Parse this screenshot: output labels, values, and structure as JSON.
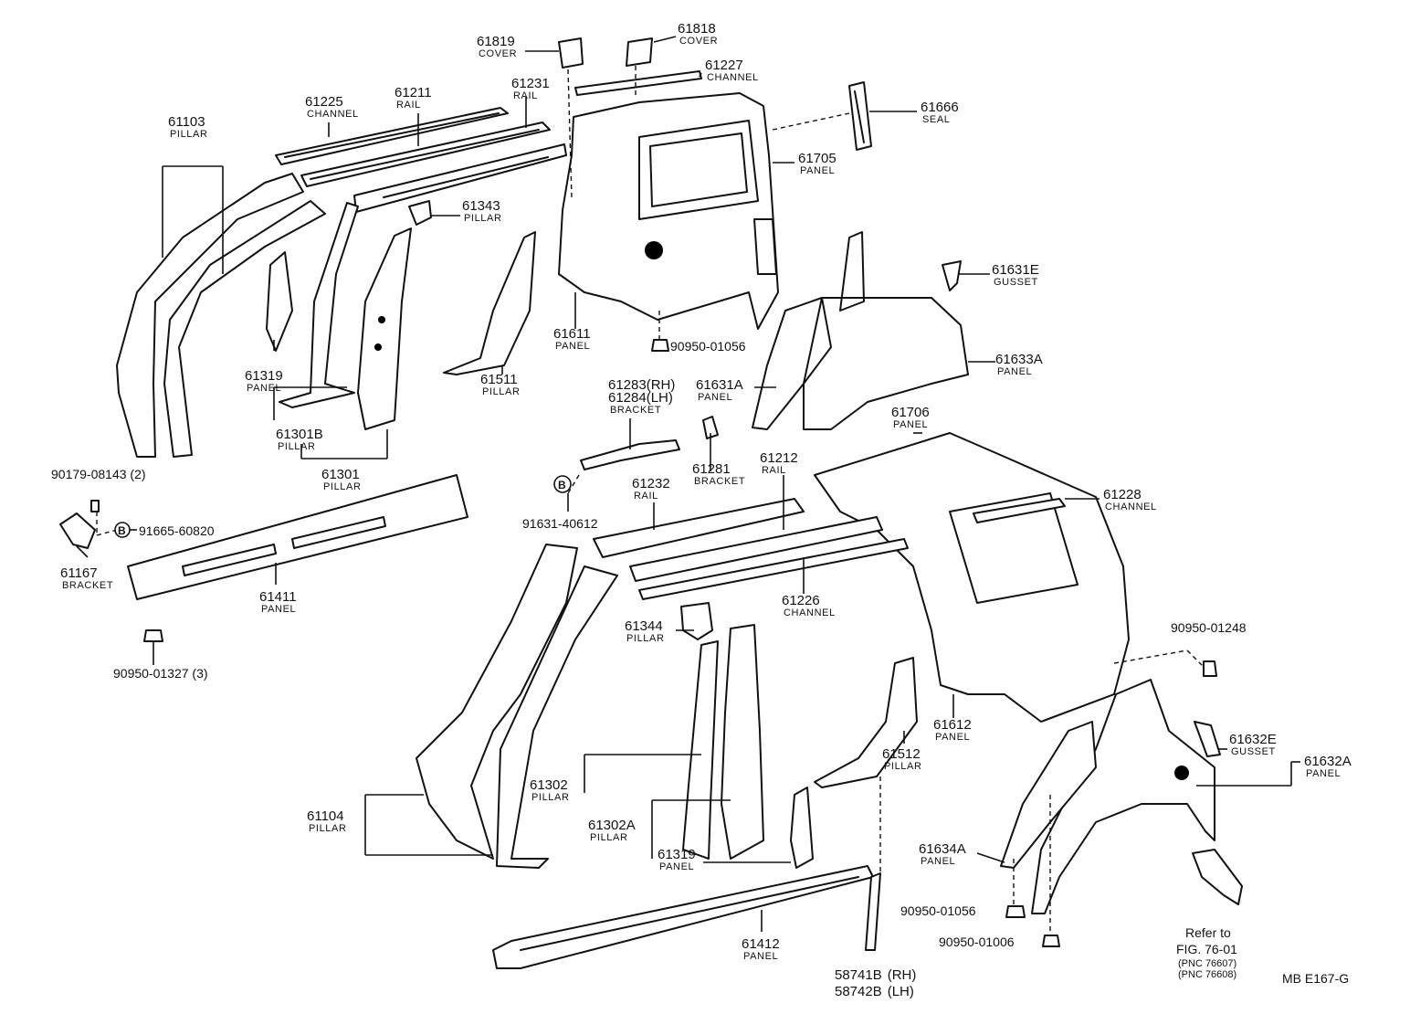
{
  "diagram_code": "MB  E167-G",
  "reference_note": [
    "Refer to",
    "FIG. 76-01",
    "(PNC 76607)",
    "(PNC 76608)"
  ],
  "callouts": [
    {
      "id": "c61819",
      "num": "61819",
      "name": "COVER"
    },
    {
      "id": "c61818",
      "num": "61818",
      "name": "COVER"
    },
    {
      "id": "c61227",
      "num": "61227",
      "name": "CHANNEL"
    },
    {
      "id": "c61225",
      "num": "61225",
      "name": "CHANNEL"
    },
    {
      "id": "c61211",
      "num": "61211",
      "name": "RAIL"
    },
    {
      "id": "c61231",
      "num": "61231",
      "name": "RAIL"
    },
    {
      "id": "c61666",
      "num": "61666",
      "name": "SEAL"
    },
    {
      "id": "c61103",
      "num": "61103",
      "name": "PILLAR"
    },
    {
      "id": "c61705",
      "num": "61705",
      "name": "PANEL"
    },
    {
      "id": "c61343",
      "num": "61343",
      "name": "PILLAR"
    },
    {
      "id": "c61631E",
      "num": "61631E",
      "name": "GUSSET"
    },
    {
      "id": "c61611",
      "num": "61611",
      "name": "PANEL"
    },
    {
      "id": "c61319a",
      "num": "61319",
      "name": "PANEL"
    },
    {
      "id": "c61511",
      "num": "61511",
      "name": "PILLAR"
    },
    {
      "id": "c61633A",
      "num": "61633A",
      "name": "PANEL"
    },
    {
      "id": "c61301B",
      "num": "61301B",
      "name": "PILLAR"
    },
    {
      "id": "c61283",
      "num": "61283",
      "num_suffix": "(RH)",
      "num2": "61284",
      "num2_suffix": "(LH)",
      "name": "BRACKET"
    },
    {
      "id": "c61631A",
      "num": "61631A",
      "name": "PANEL"
    },
    {
      "id": "c61706",
      "num": "61706",
      "name": "PANEL"
    },
    {
      "id": "c61301",
      "num": "61301",
      "name": "PILLAR"
    },
    {
      "id": "c61281",
      "num": "61281",
      "name": "BRACKET"
    },
    {
      "id": "c61212",
      "num": "61212",
      "name": "RAIL"
    },
    {
      "id": "c61232",
      "num": "61232",
      "name": "RAIL"
    },
    {
      "id": "c61228",
      "num": "61228",
      "name": "CHANNEL"
    },
    {
      "id": "c61167",
      "num": "61167",
      "name": "BRACKET"
    },
    {
      "id": "c61411",
      "num": "61411",
      "name": "PANEL"
    },
    {
      "id": "c61226",
      "num": "61226",
      "name": "CHANNEL"
    },
    {
      "id": "c61344",
      "num": "61344",
      "name": "PILLAR"
    },
    {
      "id": "c61612",
      "num": "61612",
      "name": "PANEL"
    },
    {
      "id": "c61632E",
      "num": "61632E",
      "name": "GUSSET"
    },
    {
      "id": "c61632A",
      "num": "61632A",
      "name": "PANEL"
    },
    {
      "id": "c61512",
      "num": "61512",
      "name": "PILLAR"
    },
    {
      "id": "c61302",
      "num": "61302",
      "name": "PILLAR"
    },
    {
      "id": "c61104",
      "num": "61104",
      "name": "PILLAR"
    },
    {
      "id": "c61302A",
      "num": "61302A",
      "name": "PILLAR"
    },
    {
      "id": "c61319b",
      "num": "61319",
      "name": "PANEL"
    },
    {
      "id": "c61634A",
      "num": "61634A",
      "name": "PANEL"
    },
    {
      "id": "c61412",
      "num": "61412",
      "name": "PANEL"
    }
  ],
  "fasteners": [
    {
      "id": "f90950_01056a",
      "text": "90950-01056"
    },
    {
      "id": "f90179",
      "text": "90179-08143 (2)"
    },
    {
      "id": "f91665",
      "text": "91665-60820"
    },
    {
      "id": "f91631",
      "text": "91631-40612"
    },
    {
      "id": "f90950_01327",
      "text": "90950-01327 (3)"
    },
    {
      "id": "f90950_01248",
      "text": "90950-01248"
    },
    {
      "id": "f90950_01056b",
      "text": "90950-01056"
    },
    {
      "id": "f90950_01006",
      "text": "90950-01006"
    }
  ],
  "bottom_parts": {
    "rh": "58741B",
    "rh_suffix": "(RH)",
    "lh": "58742B",
    "lh_suffix": "(LH)"
  },
  "marker_letter": "B"
}
